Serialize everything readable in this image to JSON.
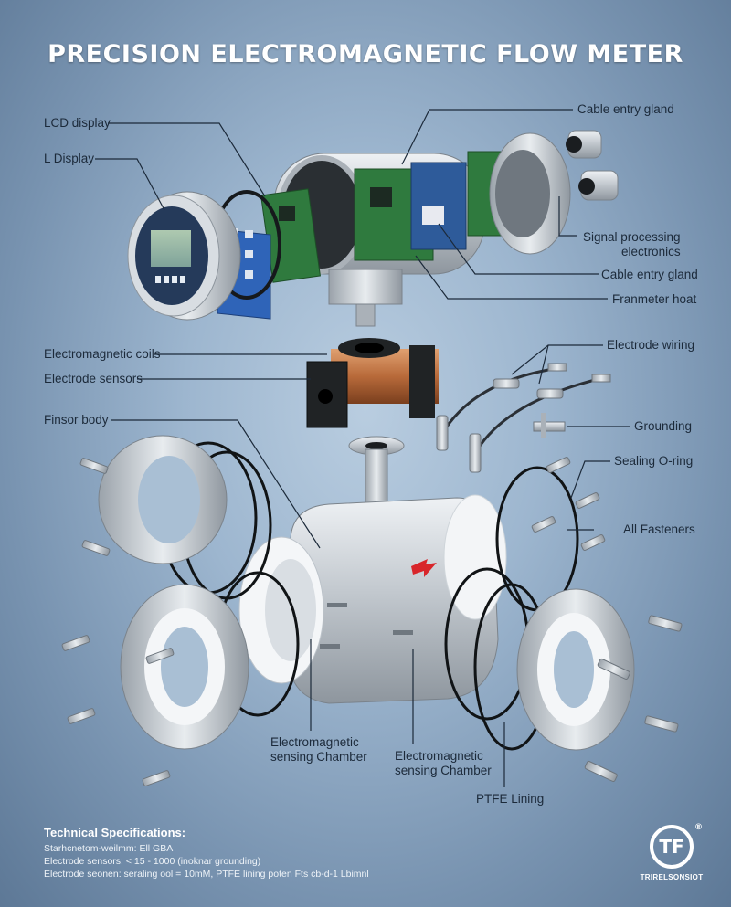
{
  "title": "PRECISION ELECTROMAGNETIC FLOW METER",
  "labels": {
    "lcd_display": "LCD display",
    "l_display": "L Display",
    "cable_entry_gland_top": "Cable entry gland",
    "signal_processing": "Signal processing\nelectronics",
    "cable_entry_gland_mid": "Cable entry gland",
    "flowmeter_housing": "Franmeter hoat",
    "electromagnetic_coils": "Electromagnetic coils",
    "electrode_sensors": "Electrode sensors",
    "electrode_wiring": "Electrode wiring",
    "sensor_body": "Finsor body",
    "grounding": "Grounding",
    "sealing_o_ring": "Sealing O-ring",
    "all_fasteners": "All Fasteners",
    "sensing_chamber_1": "Electromagnetic\nsensing Chamber",
    "sensing_chamber_2": "Electromagnetic\nsensing Chamber",
    "ptfe_lining": "PTFE Lining"
  },
  "specs": {
    "heading": "Technical Specifications:",
    "lines": [
      "Starhcnetom-weilmm: Ell GBA",
      "Electrode sensors: < 15 - 1000 (inoknar grounding)",
      "Electrode seonen: seraling ool = 10mM, PTFE lining poten Fts cb-d-1 Lbimnl"
    ]
  },
  "logo": {
    "mark": "TF",
    "registered": "®",
    "brand": "TRIRELSONSIOT"
  },
  "colors": {
    "background": "#8fa9c4",
    "steel": "#c9ced3",
    "pcb": "#2f7a3e",
    "copper": "#c0784a",
    "ptfe": "#f4f6f8",
    "flow_arrow": "#d8262b",
    "leader_line": "#1c2a3a"
  }
}
